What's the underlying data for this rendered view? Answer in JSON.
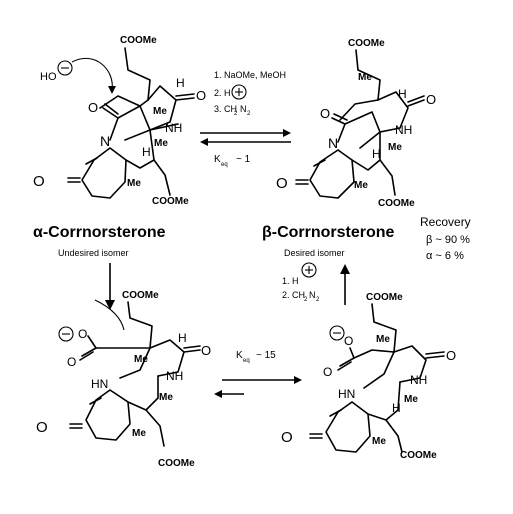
{
  "molecules": {
    "alpha": {
      "name": "α-Corrnorsterone",
      "caption": "Undesired isomer",
      "atoms": {
        "n": "N",
        "nh": "NH",
        "h1": "H",
        "h2": "H",
        "me1": "Me",
        "me2": "Me",
        "me3": "Me",
        "ester1": "COOMe",
        "ester2": "COOMe",
        "o_ketone": "O"
      },
      "hydroxide": "HO"
    },
    "beta": {
      "name": "β-Corrnorsterone",
      "caption": "Desired isomer",
      "atoms": {
        "n": "N",
        "nh": "NH",
        "h1": "H",
        "h2": "H",
        "me1": "Me",
        "me2": "Me",
        "me3": "Me",
        "ester1": "COOMe",
        "ester2": "COOMe",
        "o_ketone": "O"
      }
    },
    "enol_left": {
      "atoms": {
        "hn": "HN",
        "nh": "NH",
        "h1": "H",
        "me1": "Me",
        "me2": "Me",
        "ester1": "COOMe",
        "ester2": "COOMe",
        "o_ketone": "O",
        "o_lactam": "O",
        "o_carbox": "O"
      }
    },
    "enol_right": {
      "atoms": {
        "hn": "HN",
        "nh": "NH",
        "h1": "H",
        "me1": "Me",
        "me2": "Me",
        "ester1": "COOMe",
        "ester2": "COOMe",
        "o_ketone": "O",
        "o_lactam": "O",
        "o_carbox": "O"
      }
    }
  },
  "top_reagents": {
    "step1": "1. NaOMe, MeOH",
    "step2": "2. H",
    "step3": "3. CH",
    "sub2": "2",
    "sub2b": "2",
    "keq_prefix": "K",
    "keq_sub": "eq",
    "keq_value": "~ 1"
  },
  "bottom_equilibrium": {
    "keq_prefix": "K",
    "keq_sub": "eq",
    "keq_value": "~ 15"
  },
  "right_reagents": {
    "step1": "1. H",
    "step2": "2. CH",
    "sub2": "2",
    "sub2b": "2"
  },
  "recovery": {
    "title": "Recovery",
    "beta": "β ~ 90 %",
    "alpha": "α ~   6 %"
  }
}
